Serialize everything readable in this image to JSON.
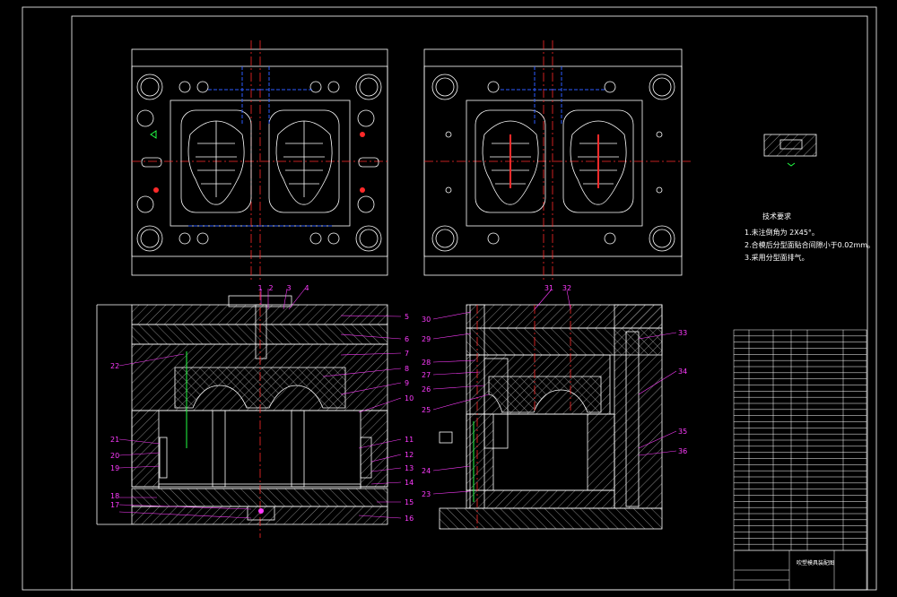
{
  "technical_requirements": {
    "title": "技术要求",
    "items": [
      "1.未注倒角为 2X45°。",
      "2.合模后分型面贴合间隙小于0.02mm。",
      "3.采用分型面排气。"
    ]
  },
  "left_callouts": [
    "1",
    "2",
    "3",
    "4",
    "5",
    "6",
    "7",
    "8",
    "9",
    "10",
    "11",
    "12",
    "13",
    "14",
    "15",
    "16",
    "17",
    "18",
    "19",
    "20",
    "21",
    "22"
  ],
  "right_callouts": [
    "23",
    "24",
    "25",
    "26",
    "27",
    "28",
    "29",
    "30",
    "31",
    "32",
    "33",
    "34",
    "35",
    "36"
  ],
  "title_block": {
    "drawing_name": "吹塑模具装配图"
  },
  "colors": {
    "background": "#000000",
    "lines": "#ffffff",
    "centerline": "#ff2a2a",
    "hidden": "#2d5bff",
    "callout": "#ff3bff",
    "accent": "#22ff44"
  }
}
